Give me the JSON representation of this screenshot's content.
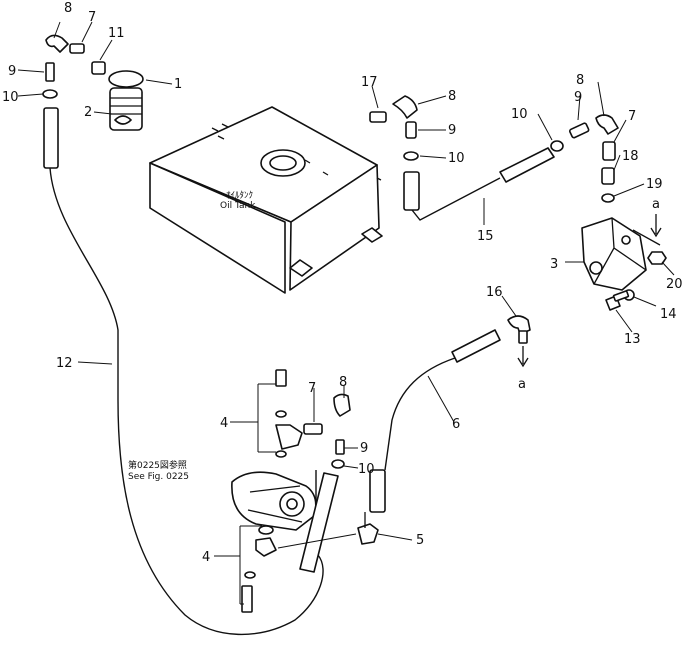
{
  "callouts": [
    {
      "id": "c-8a",
      "text": "8"
    },
    {
      "id": "c-7a",
      "text": "7"
    },
    {
      "id": "c-11",
      "text": "11"
    },
    {
      "id": "c-9a",
      "text": "9"
    },
    {
      "id": "c-1",
      "text": "1"
    },
    {
      "id": "c-10a",
      "text": "10"
    },
    {
      "id": "c-2",
      "text": "2"
    },
    {
      "id": "c-17",
      "text": "17"
    },
    {
      "id": "c-8b",
      "text": "8"
    },
    {
      "id": "c-9b",
      "text": "9"
    },
    {
      "id": "c-10b",
      "text": "10"
    },
    {
      "id": "c-10c",
      "text": "10"
    },
    {
      "id": "c-9c",
      "text": "9"
    },
    {
      "id": "c-8c",
      "text": "8"
    },
    {
      "id": "c-7b",
      "text": "7"
    },
    {
      "id": "c-18",
      "text": "18"
    },
    {
      "id": "c-19",
      "text": "19"
    },
    {
      "id": "c-15",
      "text": "15"
    },
    {
      "id": "c-3",
      "text": "3"
    },
    {
      "id": "c-20",
      "text": "20"
    },
    {
      "id": "c-14",
      "text": "14"
    },
    {
      "id": "c-13",
      "text": "13"
    },
    {
      "id": "c-16",
      "text": "16"
    },
    {
      "id": "c-12",
      "text": "12"
    },
    {
      "id": "c-6",
      "text": "6"
    },
    {
      "id": "c-7c",
      "text": "7"
    },
    {
      "id": "c-8d",
      "text": "8"
    },
    {
      "id": "c-4a",
      "text": "4"
    },
    {
      "id": "c-9d",
      "text": "9"
    },
    {
      "id": "c-10d",
      "text": "10"
    },
    {
      "id": "c-5",
      "text": "5"
    },
    {
      "id": "c-4b",
      "text": "4"
    }
  ],
  "labels": {
    "tank_jp": "ｵｲﾙﾀﾝｸ",
    "tank_en": "Oil Tank",
    "ref_jp": "第0225図参照",
    "ref_en": "See Fig. 0225",
    "conn_a_top": "a",
    "conn_a_mid": "a"
  }
}
